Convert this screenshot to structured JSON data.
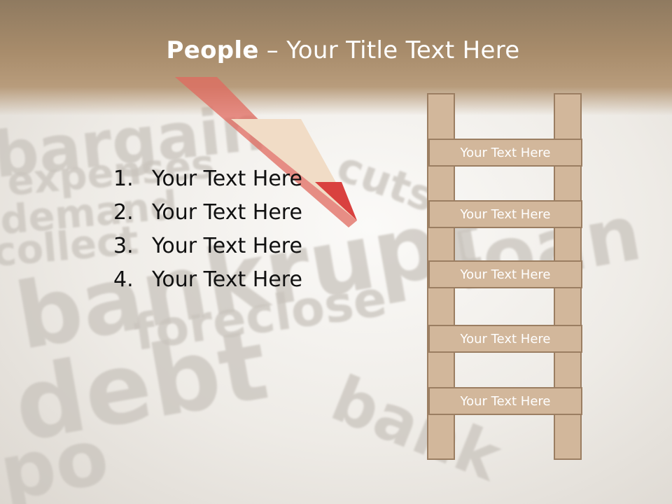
{
  "slide": {
    "title_bold": "People",
    "title_rest": " – Your Title Text Here"
  },
  "list": [
    {
      "num": "1.",
      "text": "Your Text Here"
    },
    {
      "num": "2.",
      "text": "Your Text Here"
    },
    {
      "num": "3.",
      "text": "Your Text Here"
    },
    {
      "num": "4.",
      "text": "Your Text Here"
    }
  ],
  "ladder": {
    "rungs": [
      "Your Text Here",
      "Your Text Here",
      "Your Text Here",
      "Your Text Here",
      "Your Text Here"
    ]
  },
  "background": {
    "words": [
      "bargain",
      "expenses",
      "demand",
      "collect",
      "cuts",
      "bankrupt",
      "foreclose",
      "debt",
      "loan",
      "bank",
      "po"
    ]
  },
  "colors": {
    "header": "#a88c6b",
    "ladder_fill": "#d2b79b",
    "ladder_border": "#9b7e62",
    "pencil": "#d9413f"
  }
}
